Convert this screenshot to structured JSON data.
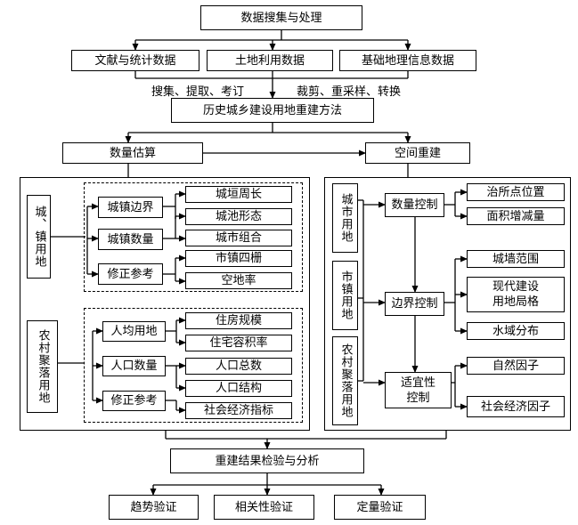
{
  "top": {
    "title": "数据搜集与处理"
  },
  "sources": [
    "文献与统计数据",
    "土地利用数据",
    "基础地理信息数据"
  ],
  "operations": {
    "left": "搜集、提取、考订",
    "right": "裁剪、重采样、转换"
  },
  "method": "历史城乡建设用地重建方法",
  "quantity": {
    "title": "数量估算",
    "urban": {
      "label": "城、镇用地",
      "factors": [
        "城镇边界",
        "城镇数量",
        "修正参考"
      ],
      "items": [
        "城垣周长",
        "城池形态",
        "城市组合",
        "市镇四栅",
        "空地率"
      ]
    },
    "rural": {
      "label": "农村聚落用地",
      "factors": [
        "人均用地",
        "人口数量",
        "修正参考"
      ],
      "items": [
        "住房规模",
        "住宅容积率",
        "人口总数",
        "人口结构",
        "社会经济指标"
      ]
    }
  },
  "spatial": {
    "title": "空间重建",
    "categories": [
      "城市用地",
      "市镇用地",
      "农村聚落用地"
    ],
    "controls": [
      "数量控制",
      "边界控制",
      "适宜性\n控制"
    ],
    "items": [
      "治所点位置",
      "面积增减量",
      "城墙范围",
      "现代建设\n用地局格",
      "水域分布",
      "自然因子",
      "社会经济因子"
    ]
  },
  "validation": {
    "title": "重建结果检验与分析",
    "methods": [
      "趋势验证",
      "相关性验证",
      "定量验证"
    ]
  }
}
